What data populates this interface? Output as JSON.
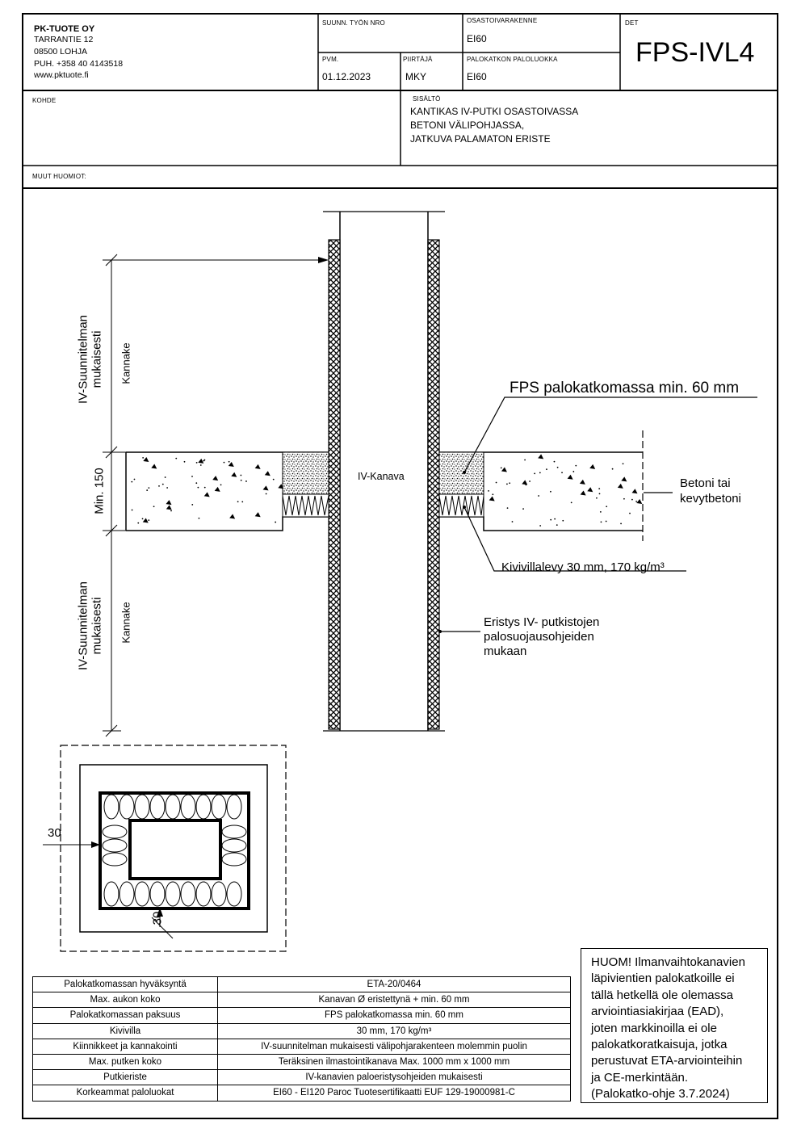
{
  "company": {
    "name": "PK-TUOTE OY",
    "address": "TARRANTIE 12",
    "postal": "08500 LOHJA",
    "phone": "PUH. +358 40 4143518",
    "web": "www.pktuote.fi"
  },
  "titleblock": {
    "work_number_label": "SUUNN. TYÖN NRO",
    "work_number_value": "",
    "date_label": "PVM.",
    "date_value": "01.12.2023",
    "drawer_label": "PIIRTÄJÄ",
    "drawer_value": "MKY",
    "structure_label": "OSASTOIVARAKENNE",
    "structure_value": "EI60",
    "class_label": "PALOKATKON PALOLUOKKA",
    "class_value": "EI60",
    "det_label": "DET",
    "det_value": "FPS-IVL4",
    "target_label": "KOHDE",
    "content_label": "SISÄLTÖ",
    "content_lines": [
      "KANTIKAS IV-PUTKI OSASTOIVASSA",
      "BETONI VÄLIPOHJASSA,",
      "JATKUVA PALAMATON ERISTE"
    ],
    "notes_label": "MUUT HUOMIOT:"
  },
  "diagram": {
    "support_text_1": "IV-Suunnitelman",
    "support_text_2": "mukaisesti",
    "support_word": "Kannake",
    "thickness_label": "Min. 150",
    "duct_label": "IV-Kanava",
    "mass_label": "FPS palokatkomassa min. 60 mm",
    "concrete_label_1": "Betoni tai",
    "concrete_label_2": "kevytbetoni",
    "wool_label": "Kivivillalevy 30 mm, 170 kg/m³",
    "insul_label_1": "Eristys IV- putkistojen",
    "insul_label_2": "palosuojausohjeiden",
    "insul_label_3": "mukaan",
    "dim_left": "30",
    "dim_bottom": "30"
  },
  "spec_table": [
    {
      "label": "Palokatkomassan hyväksyntä",
      "value": "ETA-20/0464"
    },
    {
      "label": "Max. aukon koko",
      "value": "Kanavan Ø eristettynä + min. 60 mm"
    },
    {
      "label": "Palokatkomassan paksuus",
      "value": "FPS palokatkomassa min. 60 mm"
    },
    {
      "label": "Kivivilla",
      "value": "30 mm, 170 kg/m³"
    },
    {
      "label": "Kiinnikkeet ja kannakointi",
      "value": "IV-suunnitelman mukaisesti välipohjarakenteen molemmin puolin"
    },
    {
      "label": "Max. putken koko",
      "value": "Teräksinen ilmastointikanava Max. 1000 mm x 1000 mm"
    },
    {
      "label": "Putkieriste",
      "value": "IV-kanavien paloeristysohjeiden mukaisesti"
    },
    {
      "label": "Korkeammat paloluokat",
      "value": "EI60 - EI120 Paroc Tuotesertifikaatti EUF 129-19000981-C"
    }
  ],
  "note_lines": [
    "HUOM! Ilmanvaihtokanavien",
    "läpivientien palokatkoille ei",
    "tällä hetkellä ole olemassa",
    "arviointiasiakirjaa (EAD),",
    "joten markkinoilla ei ole",
    "palokatkoratkaisuja, jotka",
    "perustuvat ETA-arviointeihin",
    "ja CE-merkintään.",
    "(Palokatko-ohje 3.7.2024)"
  ]
}
